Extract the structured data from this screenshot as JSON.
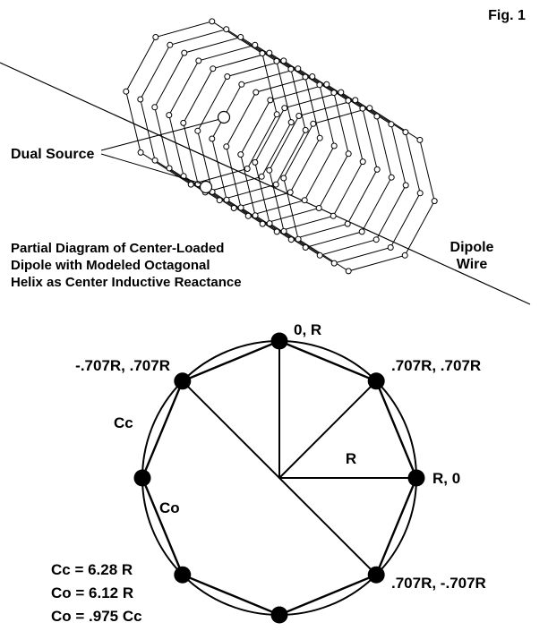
{
  "figure": {
    "fig_label": "Fig. 1",
    "dual_source_label": "Dual Source",
    "dipole_wire_label": {
      "line1": "Dipole",
      "line2": "Wire"
    },
    "caption": {
      "line1": "Partial Diagram of Center-Loaded",
      "line2": "Dipole with Modeled Octagonal",
      "line3": "Helix as Center Inductive Reactance"
    }
  },
  "octagon_chart": {
    "vertex_labels": {
      "top": "0, R",
      "upper_right": ".707R, .707R",
      "right": "R, 0",
      "lower_right": ".707R, -.707R",
      "upper_left": "-.707R, .707R"
    },
    "cc_label": "Cc",
    "co_label": "Co",
    "radius_label": "R",
    "equations": [
      "Cc = 6.28 R",
      "Co = 6.12 R",
      "Co = .975 Cc"
    ]
  },
  "colors": {
    "ink": "#000000",
    "background": "#ffffff"
  }
}
